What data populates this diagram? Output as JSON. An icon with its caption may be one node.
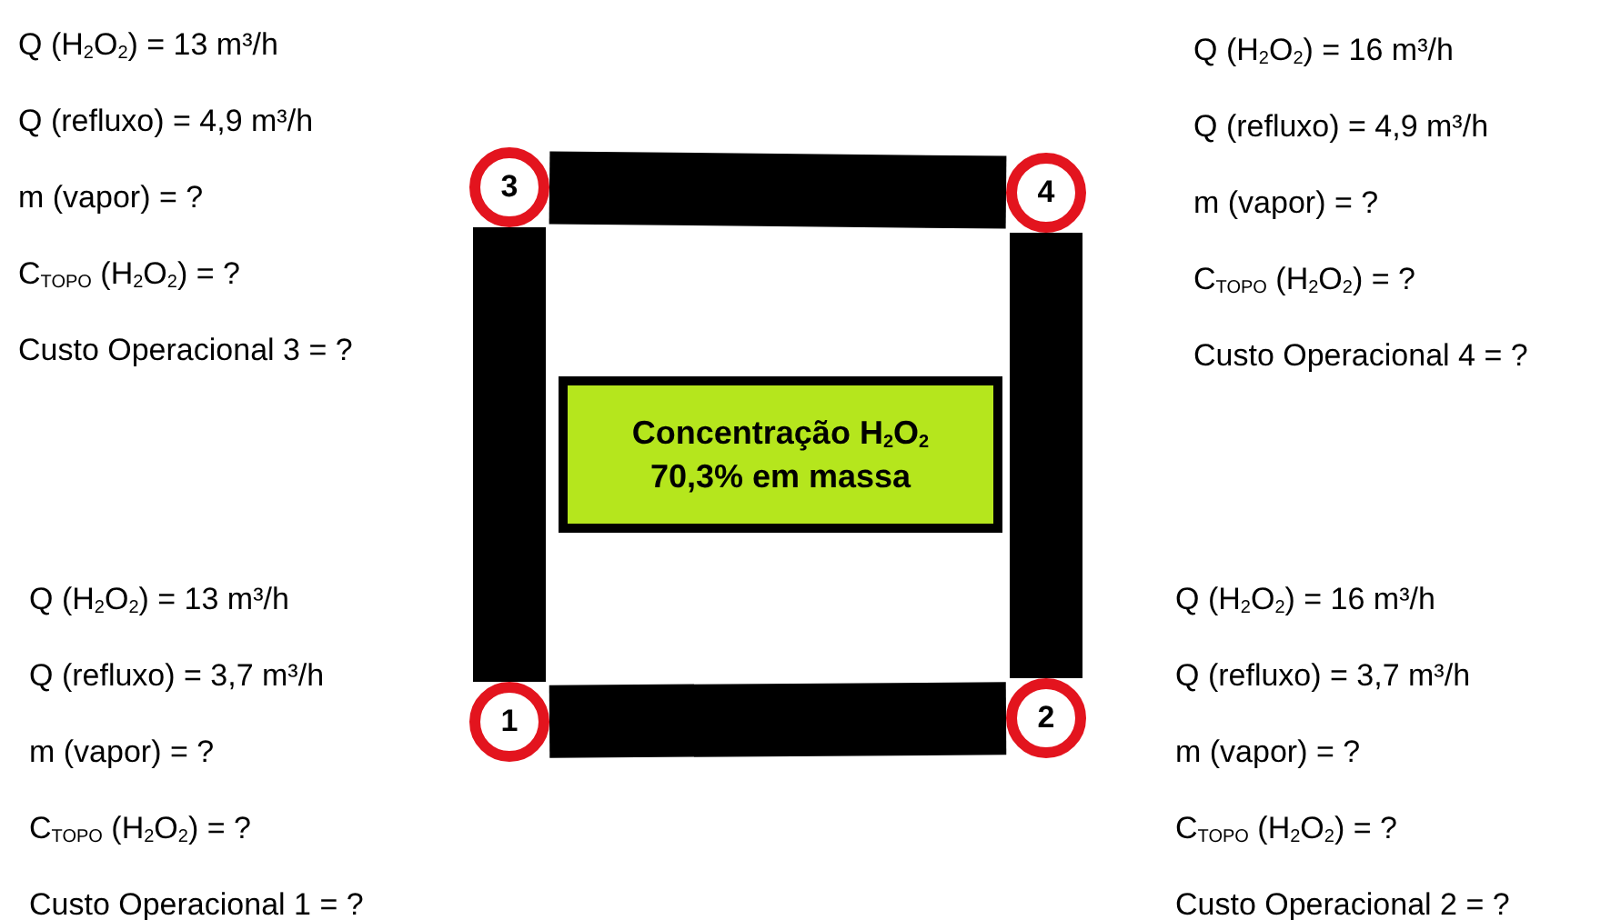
{
  "diagram": {
    "nodes": [
      {
        "text": [
          "3"
        ],
        "beside": [
          "Q (H$_{2}$O$_{2}$) = 13 m³/h",
          "Q (refluxo) = 4,9 m³/h",
          "m (vapor) = ?",
          "C$_{TOPO}$ (H$_{2}$O$_{2}$) = ?",
          "Custo Operacional 3 = ?"
        ]
      },
      {
        "text": [
          "4"
        ],
        "beside": [
          "Q (H$_{2}$O$_{2}$) = 16 m³/h",
          "Q (refluxo) = 4,9 m³/h",
          "m (vapor) = ?",
          "C$_{TOPO}$ (H$_{2}$O$_{2}$) = ?",
          "Custo Operacional 4 = ?"
        ]
      },
      {
        "text": [
          "Concentração H$_{2}$O$_{2}$ 70,3% em massa"
        ]
      },
      {
        "text": [
          "1"
        ],
        "beside": [
          "Q (H$_{2}$O$_{2}$) = 13 m³/h",
          "Q (refluxo) = 3,7 m³/h",
          "m (vapor) = ?",
          "C$_{TOPO}$ (H$_{2}$O$_{2}$) = ?",
          "Custo Operacional 1 = ?"
        ]
      },
      {
        "text": [
          "2"
        ],
        "beside": [
          "Q (H$_{2}$O$_{2}$) = 16 m³/h",
          "Q (refluxo) = 3,7 m³/h",
          "m (vapor) = ?",
          "C$_{TOPO}$ (H$_{2}$O$_{2}$) = ?",
          "Custo Operacional 2 = ?"
        ]
      }
    ],
    "edges": [
      {
        "from": 0,
        "to": 1,
        "arrow": "none"
      },
      {
        "from": 1,
        "to": 4,
        "arrow": "none"
      },
      {
        "from": 4,
        "to": 3,
        "arrow": "none"
      },
      {
        "from": 3,
        "to": 0,
        "arrow": "none"
      }
    ]
  }
}
